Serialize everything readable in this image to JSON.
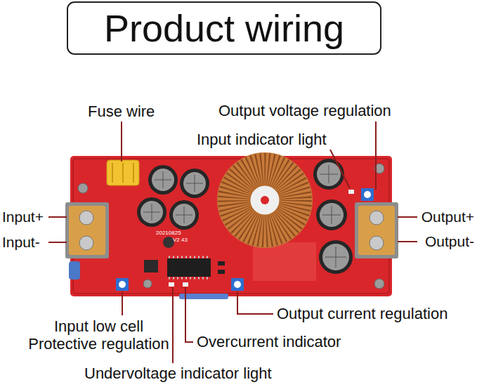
{
  "diagram": {
    "title": "Product wiring",
    "labels": [
      "Fuse wire",
      "Output voltage regulation",
      "Input indicator light",
      "Input+",
      "Input-",
      "Output+",
      "Output-",
      "20210825",
      "V2 43",
      "Output current regulation",
      "Input low cell Protective regulation",
      "Overcurrent indicator",
      "Undervoltage indicator light"
    ]
  }
}
